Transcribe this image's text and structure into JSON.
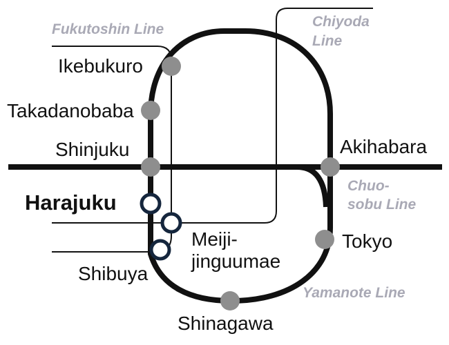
{
  "lines": {
    "fukutoshin": "Fukutoshin Line",
    "chiyoda_1": "Chiyoda",
    "chiyoda_2": "Line",
    "chuo_1": "Chuo-",
    "chuo_2": "sobu Line",
    "yamanote": "Yamanote Line"
  },
  "stations": {
    "ikebukuro": "Ikebukuro",
    "takadanobaba": "Takadanobaba",
    "shinjuku": "Shinjuku",
    "harajuku": "Harajuku",
    "meiji_1": "Meiji-",
    "meiji_2": "jinguumae",
    "shibuya": "Shibuya",
    "shinagawa": "Shinagawa",
    "tokyo": "Tokyo",
    "akihabara": "Akihabara"
  },
  "colors": {
    "line": "#111111",
    "station_dot": "#8e8e8e",
    "transfer_ring": "#15263d",
    "line_label": "#a9a9b5"
  }
}
